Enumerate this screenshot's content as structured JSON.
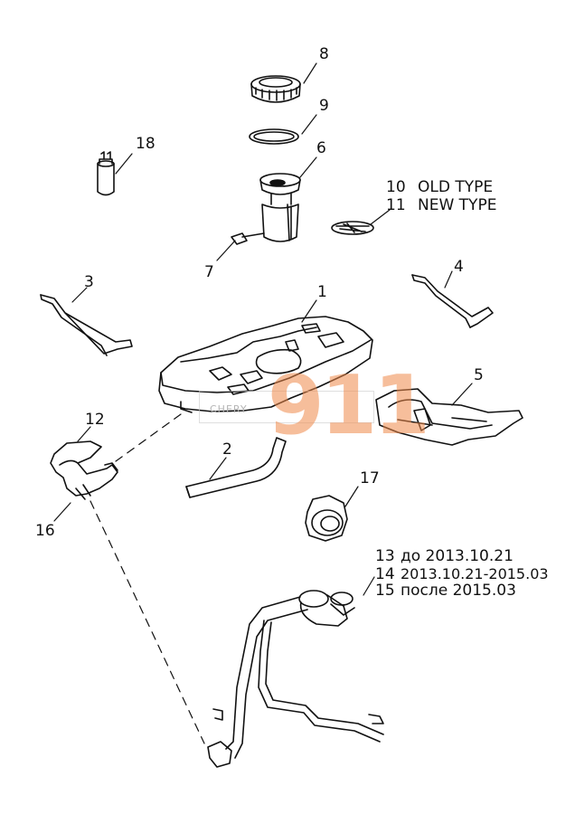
{
  "callouts": {
    "c1": "1",
    "c2": "2",
    "c3": "3",
    "c4": "4",
    "c5": "5",
    "c6": "6",
    "c7": "7",
    "c8": "8",
    "c9": "9",
    "c10": "10",
    "c11": "11",
    "c12": "12",
    "c13": "13",
    "c14": "14",
    "c15": "15",
    "c16": "16",
    "c17": "17",
    "c18": "18"
  },
  "variants": {
    "old_type": "OLD TYPE",
    "new_type": "NEW TYPE",
    "v13": "до 2013.10.21",
    "v14": "2013.10.21-2015.03",
    "v15": "после 2015.03"
  },
  "watermark": {
    "number": "911",
    "brand": "CHERY"
  },
  "colors": {
    "line": "#111111",
    "watermark": "#f08a4b"
  }
}
